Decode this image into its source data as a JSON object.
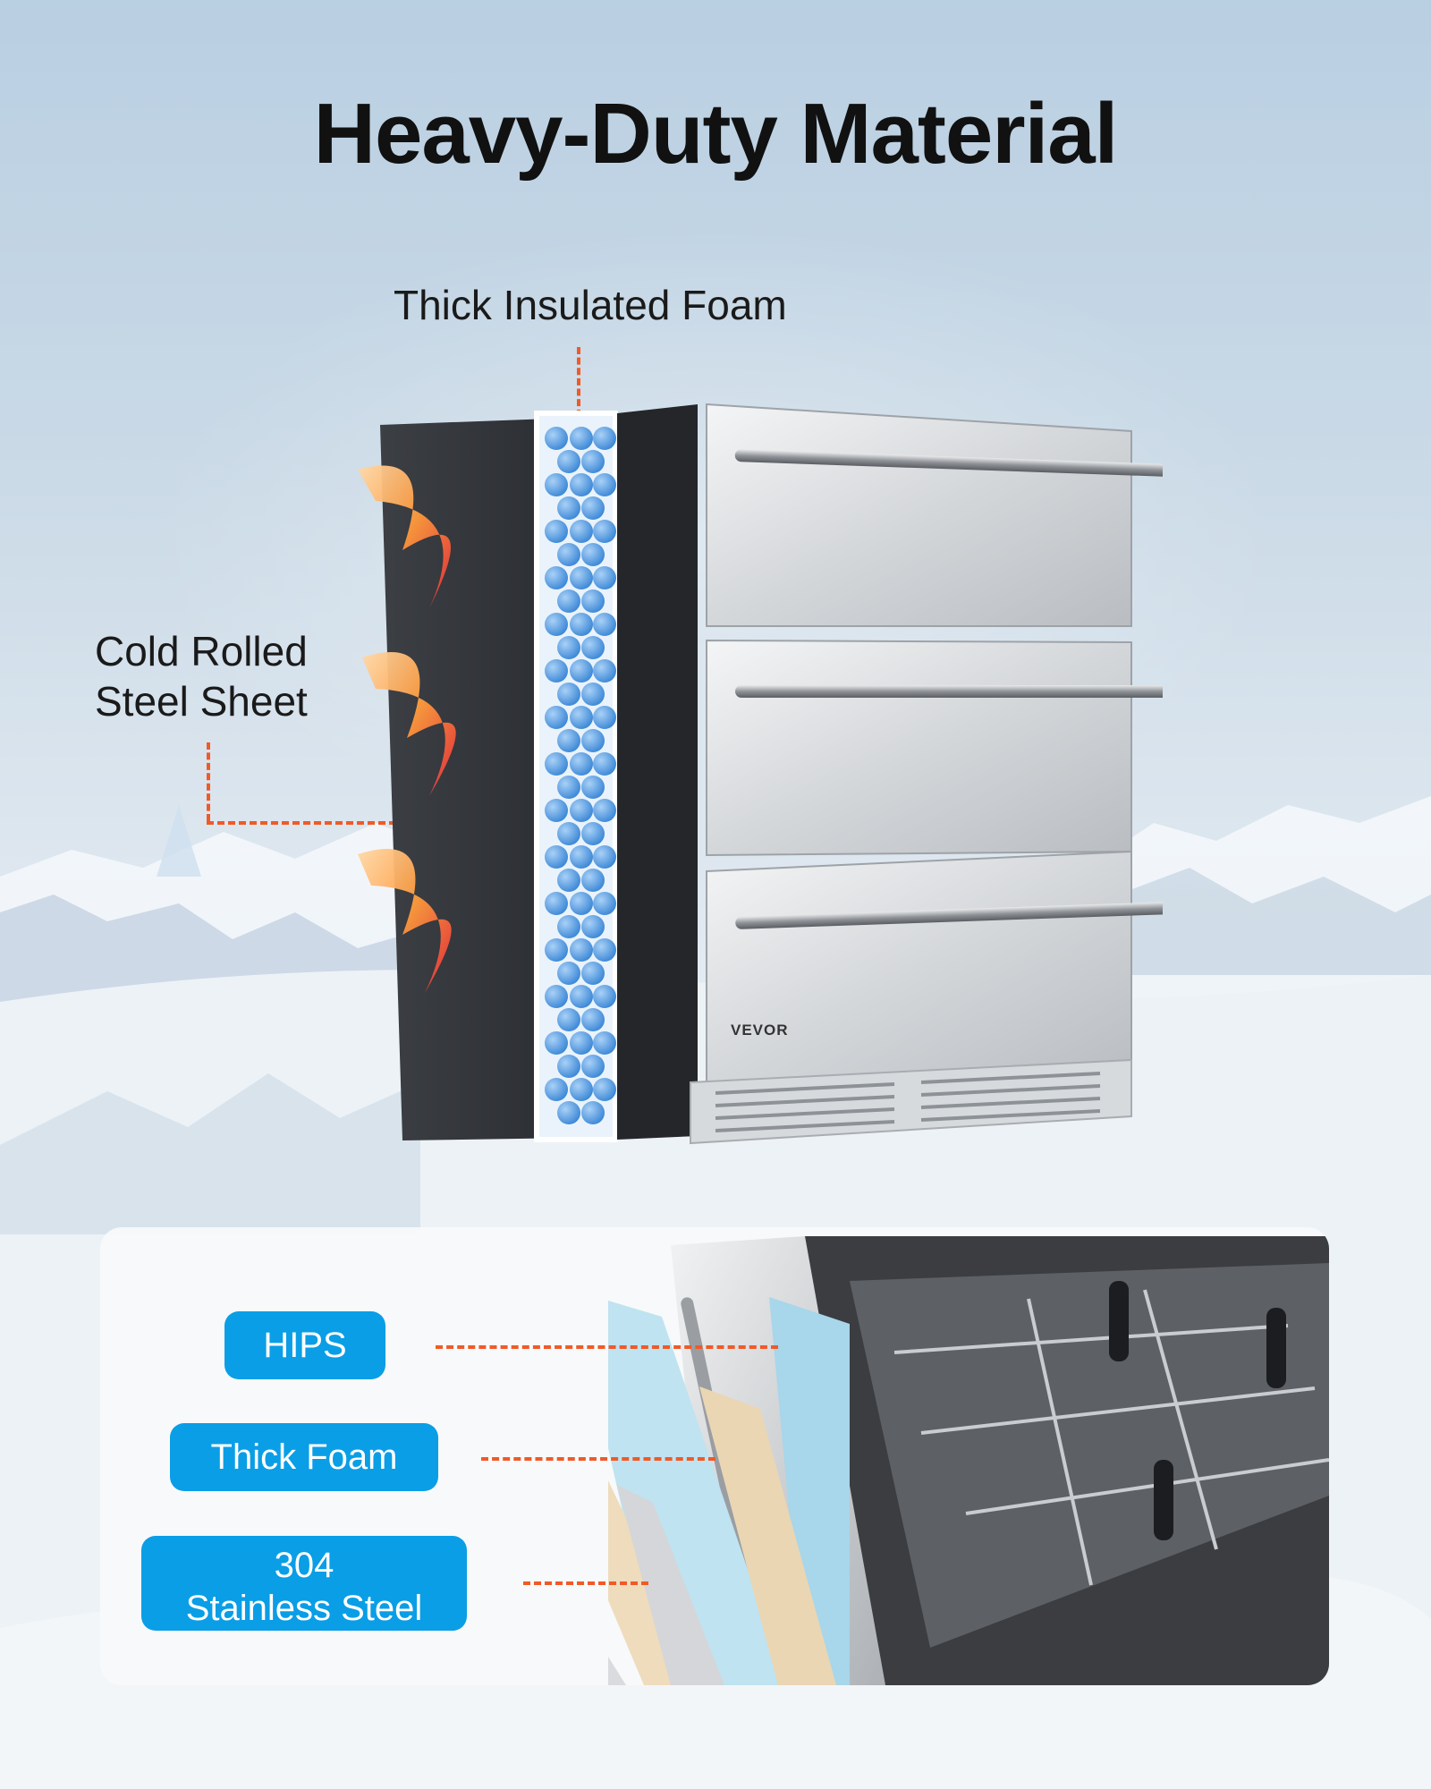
{
  "title": "Heavy-Duty Material",
  "labels": {
    "thick_insulated_foam": "Thick Insulated Foam",
    "cold_rolled_line1": "Cold Rolled",
    "cold_rolled_line2": "Steel Sheet"
  },
  "brand": "VEVOR",
  "layers": {
    "hips": "HIPS",
    "thick_foam": "Thick Foam",
    "stainless_line1": "304",
    "stainless_line2": "Stainless Steel"
  },
  "colors": {
    "accent_orange": "#f05a28",
    "pill_blue": "#0a9ee6",
    "foam_blue": "#5a9fe0"
  }
}
